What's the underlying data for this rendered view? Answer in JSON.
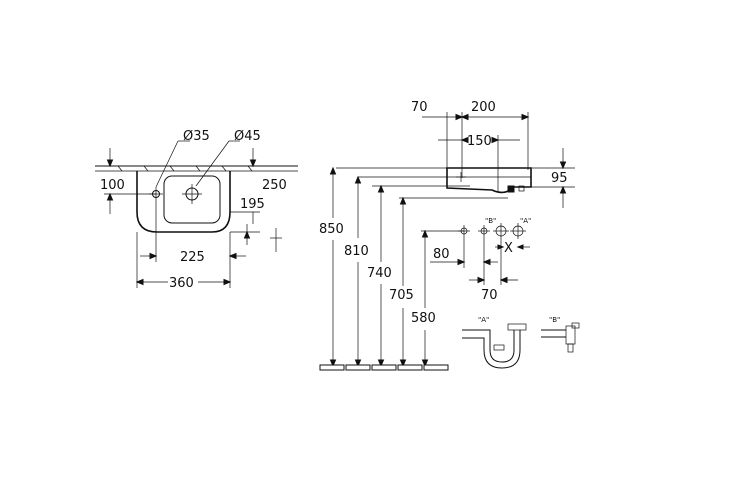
{
  "plan_view": {
    "diameter_left": "Ø35",
    "diameter_right": "Ø45",
    "dim_100": "100",
    "dim_250": "250",
    "dim_195": "195",
    "dim_225": "225",
    "dim_360": "360"
  },
  "side_view": {
    "dim_70": "70",
    "dim_200": "200",
    "dim_150": "150",
    "dim_95": "95"
  },
  "heights": {
    "h_850": "850",
    "h_810": "810",
    "h_740": "740",
    "h_705": "705",
    "h_580": "580"
  },
  "connections": {
    "label_b": "\"B\"",
    "label_a": "\"A\"",
    "dim_80": "80",
    "dim_70": "70",
    "x_mark": "X"
  },
  "traps": {
    "trap_a_label": "\"A\"",
    "trap_b_label": "\"B\""
  }
}
